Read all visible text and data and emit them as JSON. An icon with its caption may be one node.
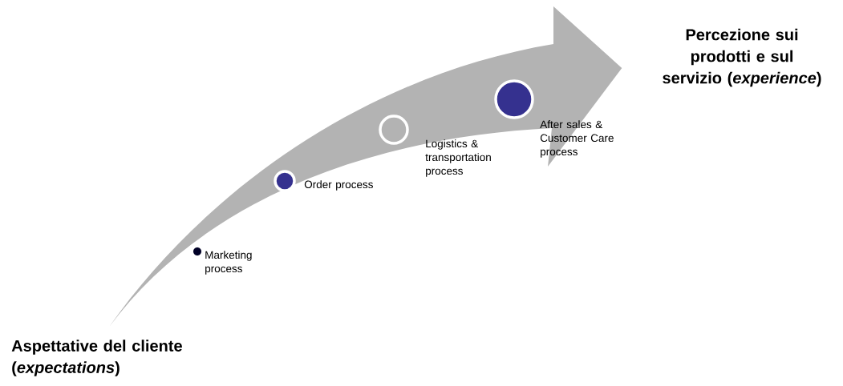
{
  "diagram": {
    "nodes": [
      {
        "text": [
          "Aspettative del cliente (*expectations*)"
        ]
      },
      {
        "text": [],
        "shape": "circle",
        "beside": [
          "Marketing process"
        ]
      },
      {
        "text": [],
        "shape": "circle",
        "beside": [
          "Order process"
        ]
      },
      {
        "text": [],
        "shape": "circle",
        "beside": [
          "Logistics & transportation process"
        ]
      },
      {
        "text": [],
        "shape": "circle",
        "beside": [
          "After sales & Customer Care process"
        ]
      },
      {
        "text": [
          "Percezione sui prodotti e sul servizio (*experience*)"
        ]
      }
    ],
    "edges": [
      {
        "from": 0,
        "to": 5,
        "arrow": "to"
      }
    ]
  }
}
